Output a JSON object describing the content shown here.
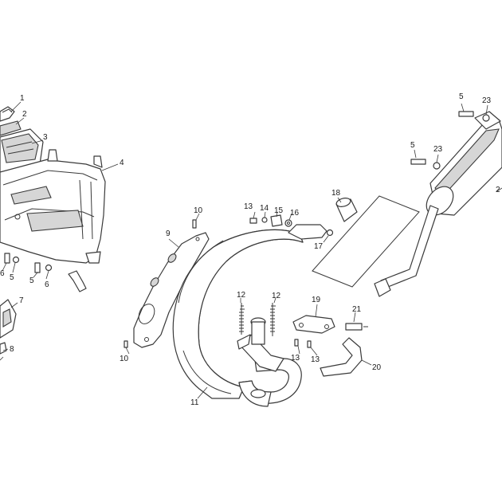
{
  "callouts": {
    "c1": "1",
    "c2": "2",
    "c3": "3",
    "c4": "4",
    "c5a": "5",
    "c6a": "6",
    "c5b": "5",
    "c6b": "6",
    "c7": "7",
    "c8": "8",
    "c9": "9",
    "c10a": "10",
    "c10b": "10",
    "c11": "11",
    "c12a": "12",
    "c12b": "12",
    "c13a": "13",
    "c14": "14",
    "c15": "15",
    "c16": "16",
    "c17": "17",
    "c13b": "13",
    "c13c": "13",
    "c18": "18",
    "c19": "19",
    "c20": "20",
    "c21": "21",
    "c5c": "5",
    "c23a": "23",
    "c5d": "5",
    "c23b": "23",
    "c2r": "2"
  }
}
